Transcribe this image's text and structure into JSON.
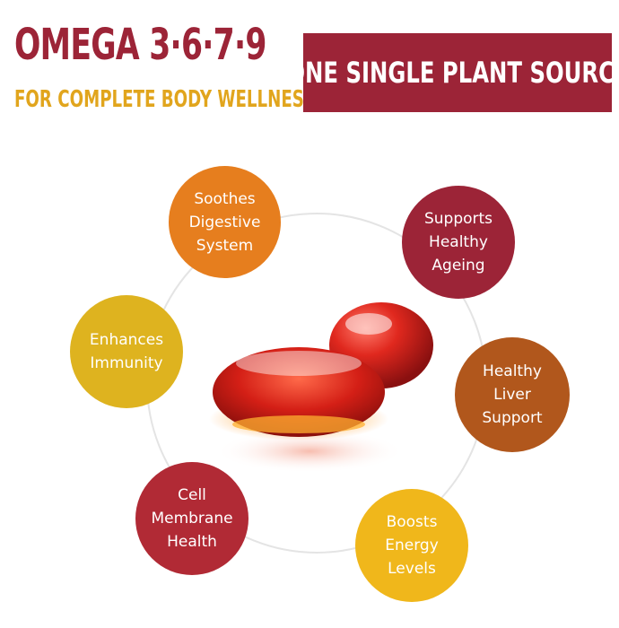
{
  "header": {
    "title": "OMEGA 3·6·7·9",
    "subtitle": "FOR COMPLETE BODY WELLNESS"
  },
  "banner": {
    "text": "ONE SINGLE PLANT SOURCE"
  },
  "benefits": [
    {
      "label": "Soothes\nDigestive\nSystem",
      "color": "#e67e1e"
    },
    {
      "label": "Supports\nHealthy\nAgeing",
      "color": "#9c2437"
    },
    {
      "label": "Enhances\nImmunity",
      "color": "#deb31f"
    },
    {
      "label": "Healthy\nLiver\nSupport",
      "color": "#b1571c"
    },
    {
      "label": "Cell\nMembrane\nHealth",
      "color": "#b12a35"
    },
    {
      "label": "Boosts\nEnergy\nLevels",
      "color": "#f0b71b"
    }
  ],
  "colors": {
    "title": "#9c2437",
    "subtitle": "#e1a51d",
    "banner_bg": "#9c2437",
    "capsule": "#d1291d"
  }
}
